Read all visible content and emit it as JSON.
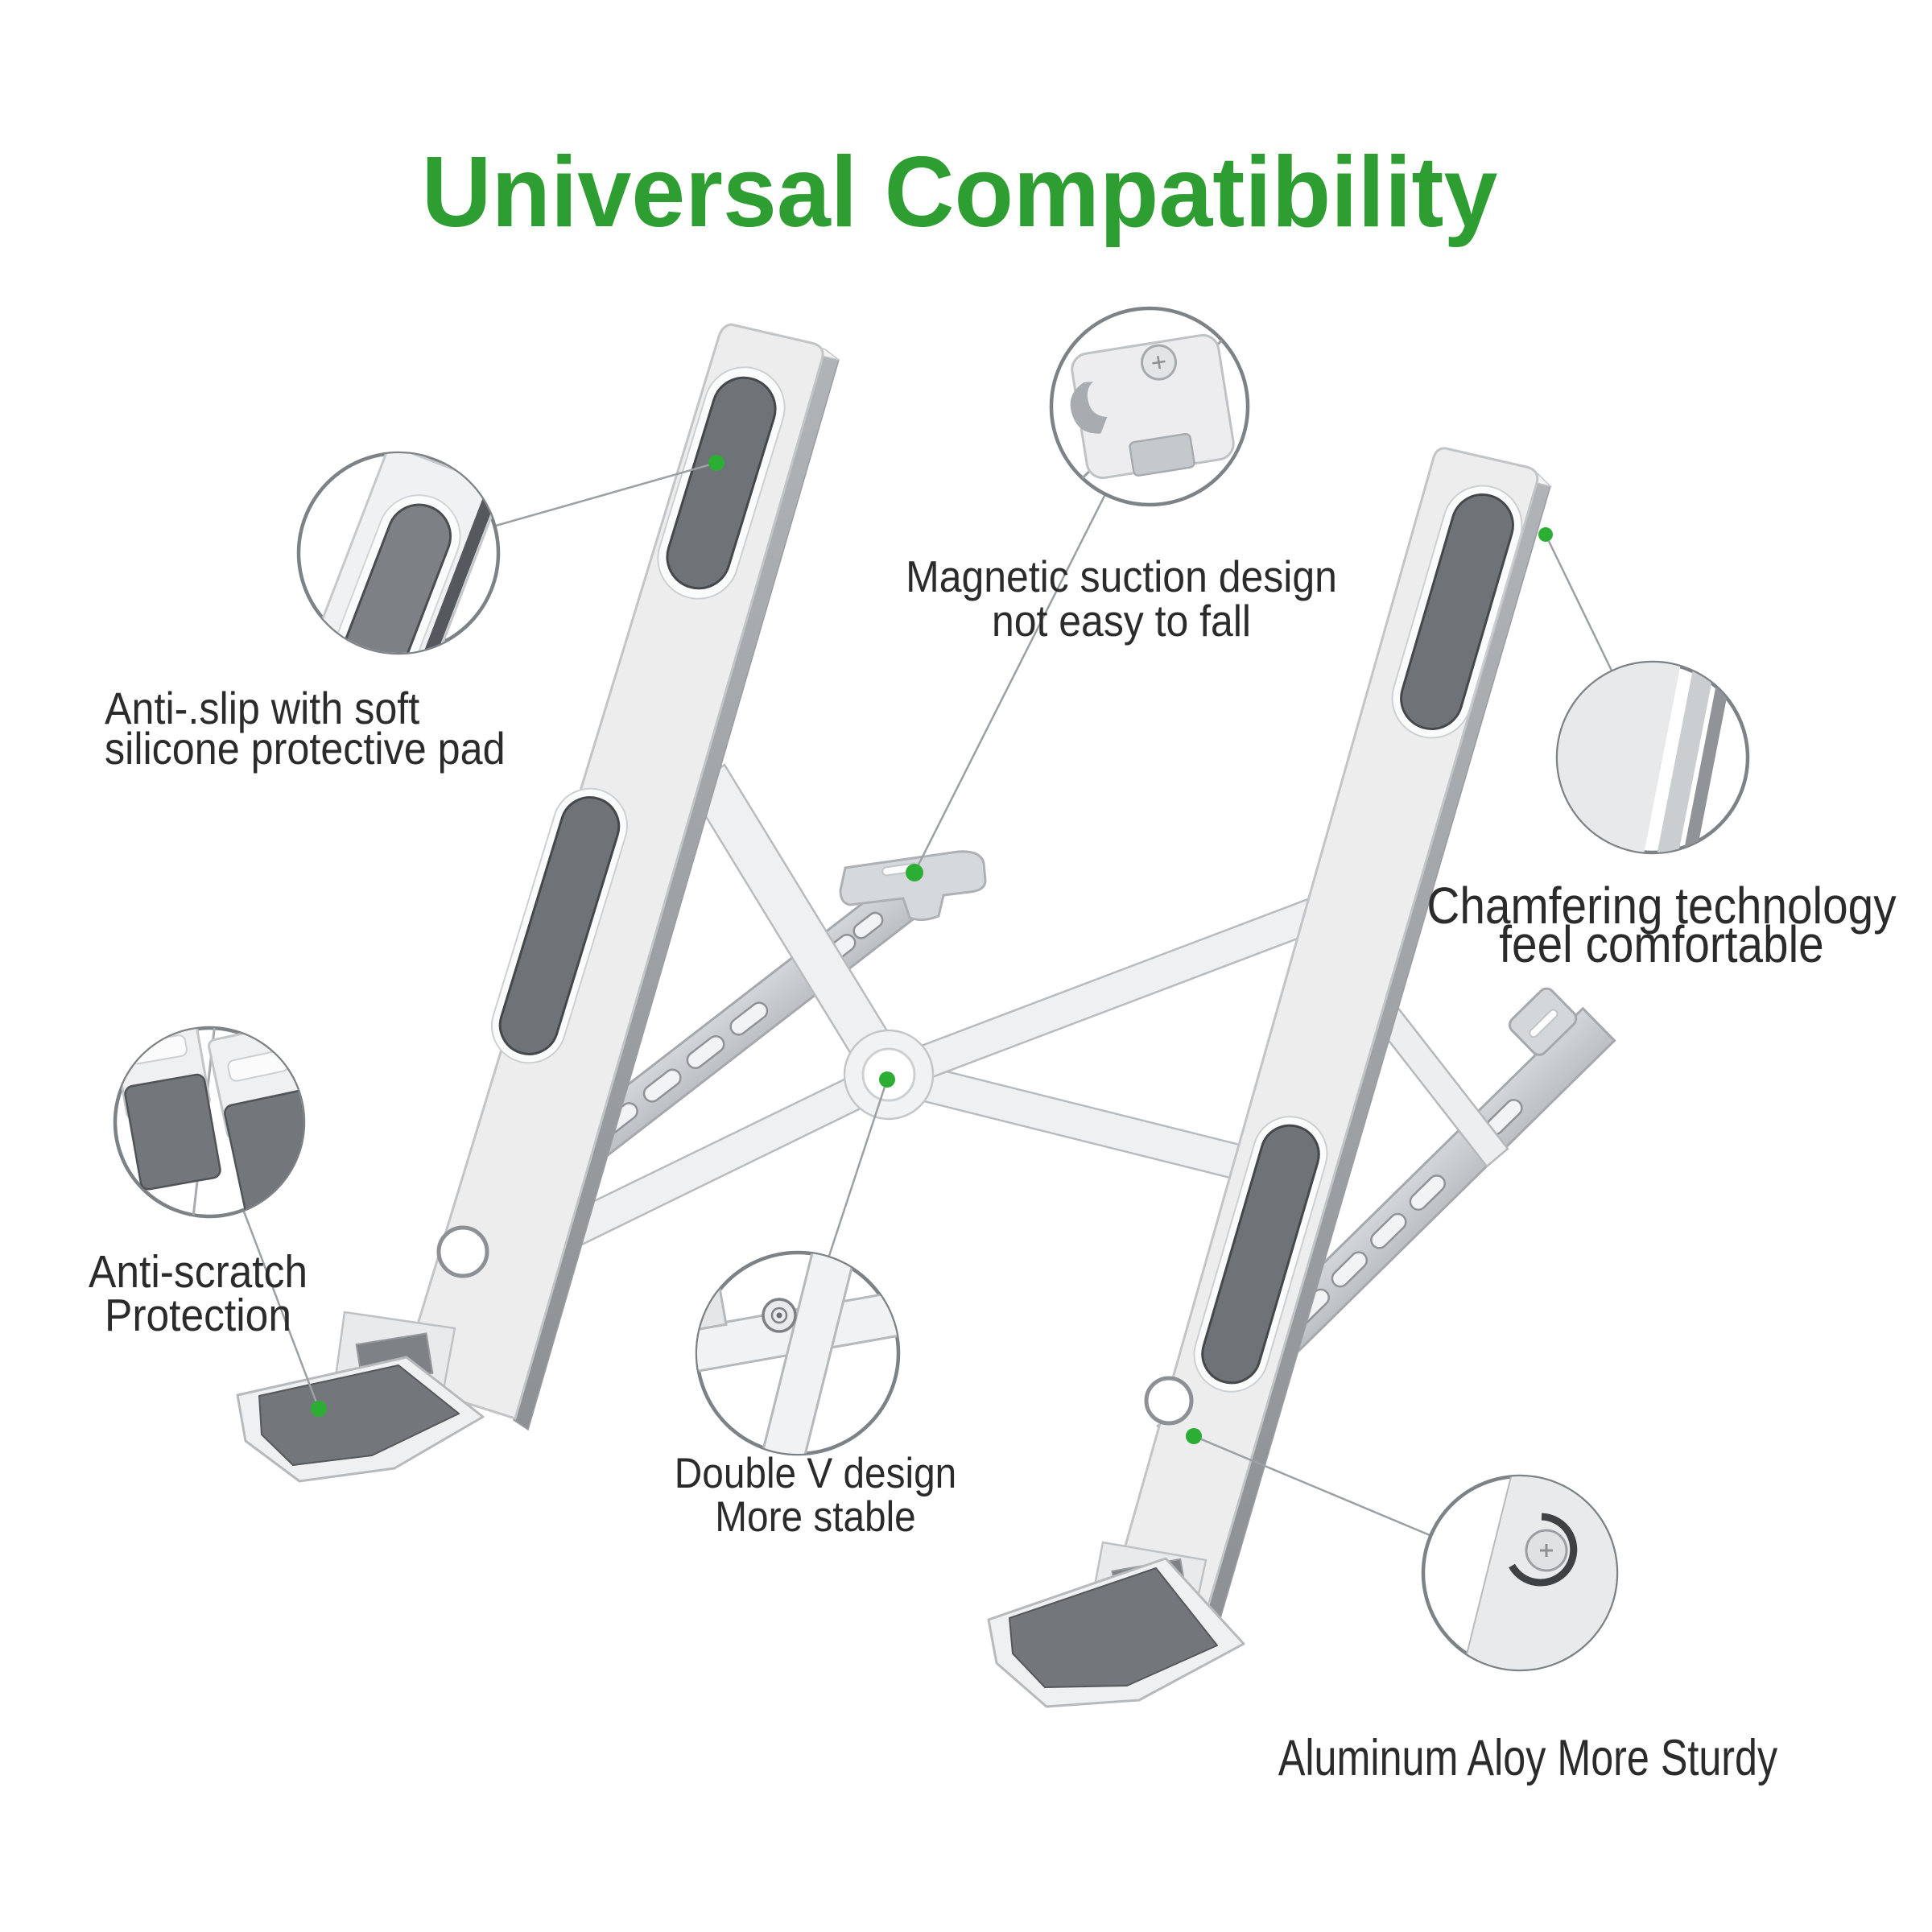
{
  "title": {
    "text": "Universal Compatibility"
  },
  "callouts": {
    "anti_slip": {
      "label": "Anti-.slip with soft\nsilicone protective pad"
    },
    "magnetic": {
      "label": "Magnetic suction design\nnot easy to fall"
    },
    "chamfering": {
      "label": "Chamfering technology\nfeel comfortable"
    },
    "anti_scratch": {
      "label": "Anti-scratch\nProtection"
    },
    "double_v": {
      "label": "Double V design\nMore stable"
    },
    "aluminum": {
      "label": "Aluminum Aloy More Sturdy"
    }
  },
  "colors": {
    "accent_green": "#2f9e32",
    "dot_green": "#2cae35",
    "label_text": "#2b2b2b",
    "leader_line": "#9ba0a4",
    "callout_ring": "#7d8286",
    "metal_face": "#ededee",
    "metal_edge": "#c0c3c6",
    "pad_gray": "#6e7377",
    "background": "#ffffff"
  }
}
